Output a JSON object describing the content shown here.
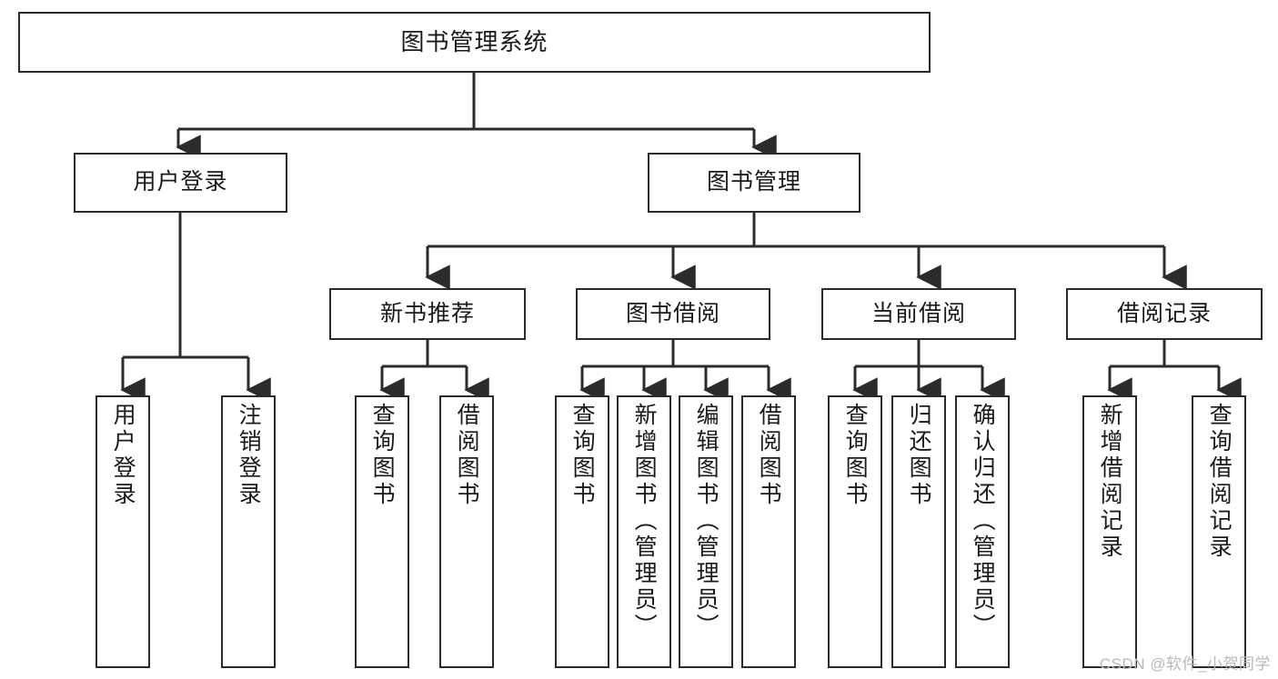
{
  "diagram": {
    "title": "图书管理系统",
    "type": "功能结构图",
    "colors": {
      "border": "#2b2b2b",
      "background": "#ffffff",
      "text": "#1a1a1a",
      "watermark": "#b9b9b9"
    }
  },
  "root": {
    "label": "图书管理系统"
  },
  "level2": [
    {
      "label": "用户登录"
    },
    {
      "label": "图书管理"
    }
  ],
  "level3": [
    {
      "label": "新书推荐"
    },
    {
      "label": "图书借阅"
    },
    {
      "label": "当前借阅"
    },
    {
      "label": "借阅记录"
    }
  ],
  "leaves": [
    {
      "label": "用户登录",
      "parent": "用户登录"
    },
    {
      "label": "注销登录",
      "parent": "用户登录"
    },
    {
      "label": "查询图书",
      "parent": "新书推荐"
    },
    {
      "label": "借阅图书",
      "parent": "新书推荐"
    },
    {
      "label": "查询图书",
      "parent": "图书借阅"
    },
    {
      "label": "新增图书（管理员）",
      "parent": "图书借阅"
    },
    {
      "label": "编辑图书（管理员）",
      "parent": "图书借阅"
    },
    {
      "label": "借阅图书",
      "parent": "图书借阅"
    },
    {
      "label": "查询图书",
      "parent": "当前借阅"
    },
    {
      "label": "归还图书",
      "parent": "当前借阅"
    },
    {
      "label": "确认归还（管理员）",
      "parent": "当前借阅"
    },
    {
      "label": "新增借阅记录",
      "parent": "借阅记录"
    },
    {
      "label": "查询借阅记录",
      "parent": "借阅记录"
    }
  ],
  "watermark": {
    "text": "CSDN @软件_小贺同学"
  }
}
